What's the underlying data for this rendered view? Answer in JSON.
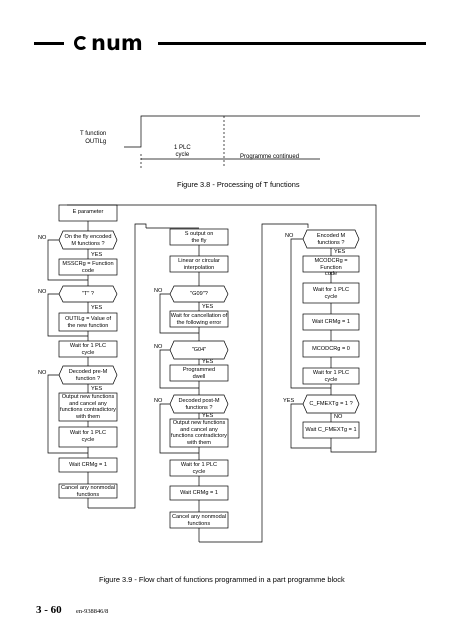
{
  "header": {
    "logo_text": "num"
  },
  "fig38": {
    "t_function_label": "T function\nOUTILg",
    "plc_label": "1 PLC\ncycle",
    "programme_label": "Programme continued",
    "caption": "Figure 3.8 - Processing of T functions"
  },
  "flow": {
    "col1": {
      "e_param": "E parameter",
      "on_fly": "On the fly encoded\nM functions ?",
      "mss": "MSSCRg = Function\ncode",
      "t_q": "\"T\" ?",
      "outil": "OUTILg = Value of\nthe new function",
      "wait_plc": "Wait for 1 PLC\ncycle",
      "decoded_pre": "Decoded pre-M\nfunction ?",
      "output_new": "Output new functions\nand cancel any\nfunctions contradictory\nwith them",
      "wait_plc2": "Wait for 1 PLC\ncycle",
      "wait_crm": "Wait CRMg = 1",
      "cancel_nonmodal": "Cancel any nonmodal\nfunctions"
    },
    "col2": {
      "s_output": "S output on\nthe fly",
      "linear": "Linear or circular\ninterpolation",
      "g09": "\"G09\"?",
      "wait_cancel": "Wait for cancellation of\nthe following error",
      "g04": "\"G04\"",
      "dwell": "Programmed\ndwell",
      "decoded_post": "Decoded post-M\nfunctions ?",
      "output_new": "Output new functions\nand cancel any\nfunctions contradictory\nwith them",
      "wait_plc": "Wait for 1 PLC\ncycle",
      "wait_crm": "Wait CRMg = 1",
      "cancel_nonmodal": "Cancel any nonmodal\nfunctions"
    },
    "col3": {
      "encoded_m": "Encoded M\nfunctions ?",
      "mcod": "MCODCRg = Function\ncode",
      "wait_plc": "Wait for 1 PLC\ncycle",
      "wait_crm": "Wait CRMg = 1",
      "mcod0": "MCODCRg = 0",
      "wait_plc2": "Wait for 1 PLC\ncycle",
      "c_fmext": "C_FMEXTg = 1 ?",
      "wait_c": "Wait C_FMEXTg = 1"
    },
    "labels": {
      "no": "NO",
      "yes": "YES"
    },
    "caption": "Figure 3.9 - Flow chart of functions programmed in a part programme block"
  },
  "footer": {
    "page": "3 - 60",
    "doc_ref": "en-938846/8"
  }
}
